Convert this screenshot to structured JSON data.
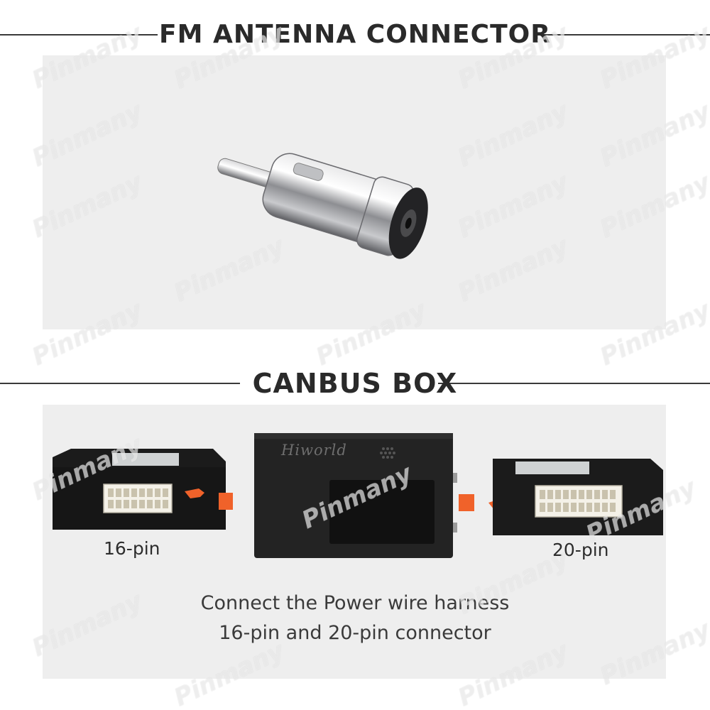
{
  "sections": {
    "antenna": {
      "title": "FM ANTENNA CONNECTOR"
    },
    "canbus": {
      "title": "CANBUS BOX",
      "left_label": "16-pin",
      "right_label": "20-pin",
      "brand": "Hiworld",
      "caption_line1": "Connect the Power wire harness",
      "caption_line2": "16-pin and 20-pin connector"
    }
  },
  "watermark": {
    "text": "Pinmany"
  },
  "colors": {
    "panel": "#eeeeee",
    "rule": "#3a3a3a",
    "arrow_orange": "#f0622a",
    "connector_white": "#f4f1e8",
    "box_black": "#1e1e1e"
  },
  "icons": [
    "fm-antenna-plug-image",
    "canbus-box-image",
    "connector-16pin-image",
    "connector-20pin-image",
    "orange-arrow-icon"
  ]
}
